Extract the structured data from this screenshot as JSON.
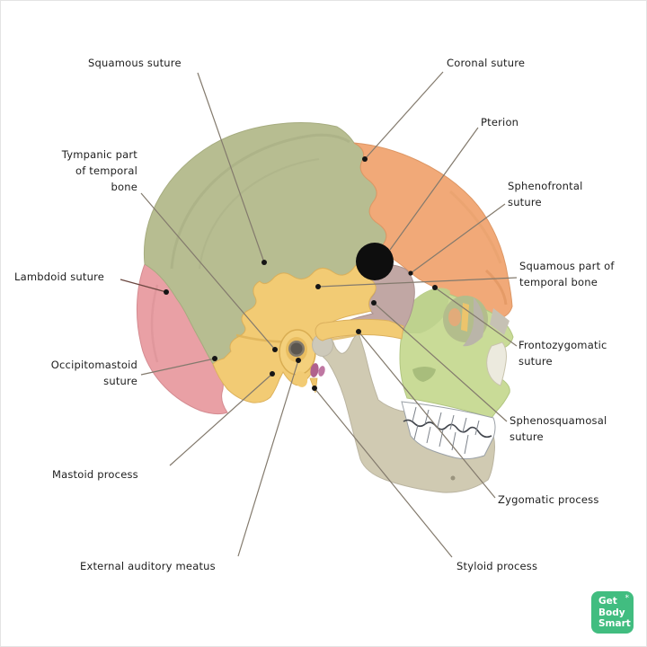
{
  "figure": {
    "subject": "Lateral view of human skull with labeled bones and sutures"
  },
  "labels": {
    "squamous_suture": {
      "text": "Squamous suture"
    },
    "coronal_suture": {
      "text": "Coronal suture"
    },
    "pterion": {
      "text": "Pterion"
    },
    "sphenofrontal_suture": {
      "line1": "Sphenofrontal",
      "line2": "suture"
    },
    "squamous_part_of_temporal_bone": {
      "line1": "Squamous part of",
      "line2": "temporal bone"
    },
    "tympanic_part_of_temporal_bone": {
      "line1": "Tympanic part",
      "line2": "of temporal",
      "line3": "bone"
    },
    "lambdoid_suture": {
      "text": "Lambdoid suture"
    },
    "frontozygomatic_suture": {
      "line1": "Frontozygomatic",
      "line2": "suture"
    },
    "occipitomastoid_suture": {
      "line1": "Occipitomastoid",
      "line2": "suture"
    },
    "sphenosquamosal_suture": {
      "line1": "Sphenosquamosal",
      "line2": "suture"
    },
    "mastoid_process": {
      "text": "Mastoid process"
    },
    "zygomatic_process": {
      "text": "Zygomatic process"
    },
    "external_auditory_meatus": {
      "text": "External auditory meatus"
    },
    "styloid_process": {
      "text": "Styloid process"
    }
  },
  "logo": {
    "line1": "Get",
    "line2": "Body",
    "line3": "Smart",
    "mark": "*",
    "background": "#41bd80",
    "text_color": "#ffffff"
  },
  "bone_colors": {
    "parietal": "#b7bd91",
    "frontal": "#f1a978",
    "occipital": "#e9a0a5",
    "temporal": "#f2cb74",
    "sphenoid": "#c1a7a4",
    "zygomatic_maxilla": "#c9db97",
    "mandible": "#d0cab2",
    "teeth": "#ffffff",
    "pterion_marker": "#0e0e0e"
  }
}
